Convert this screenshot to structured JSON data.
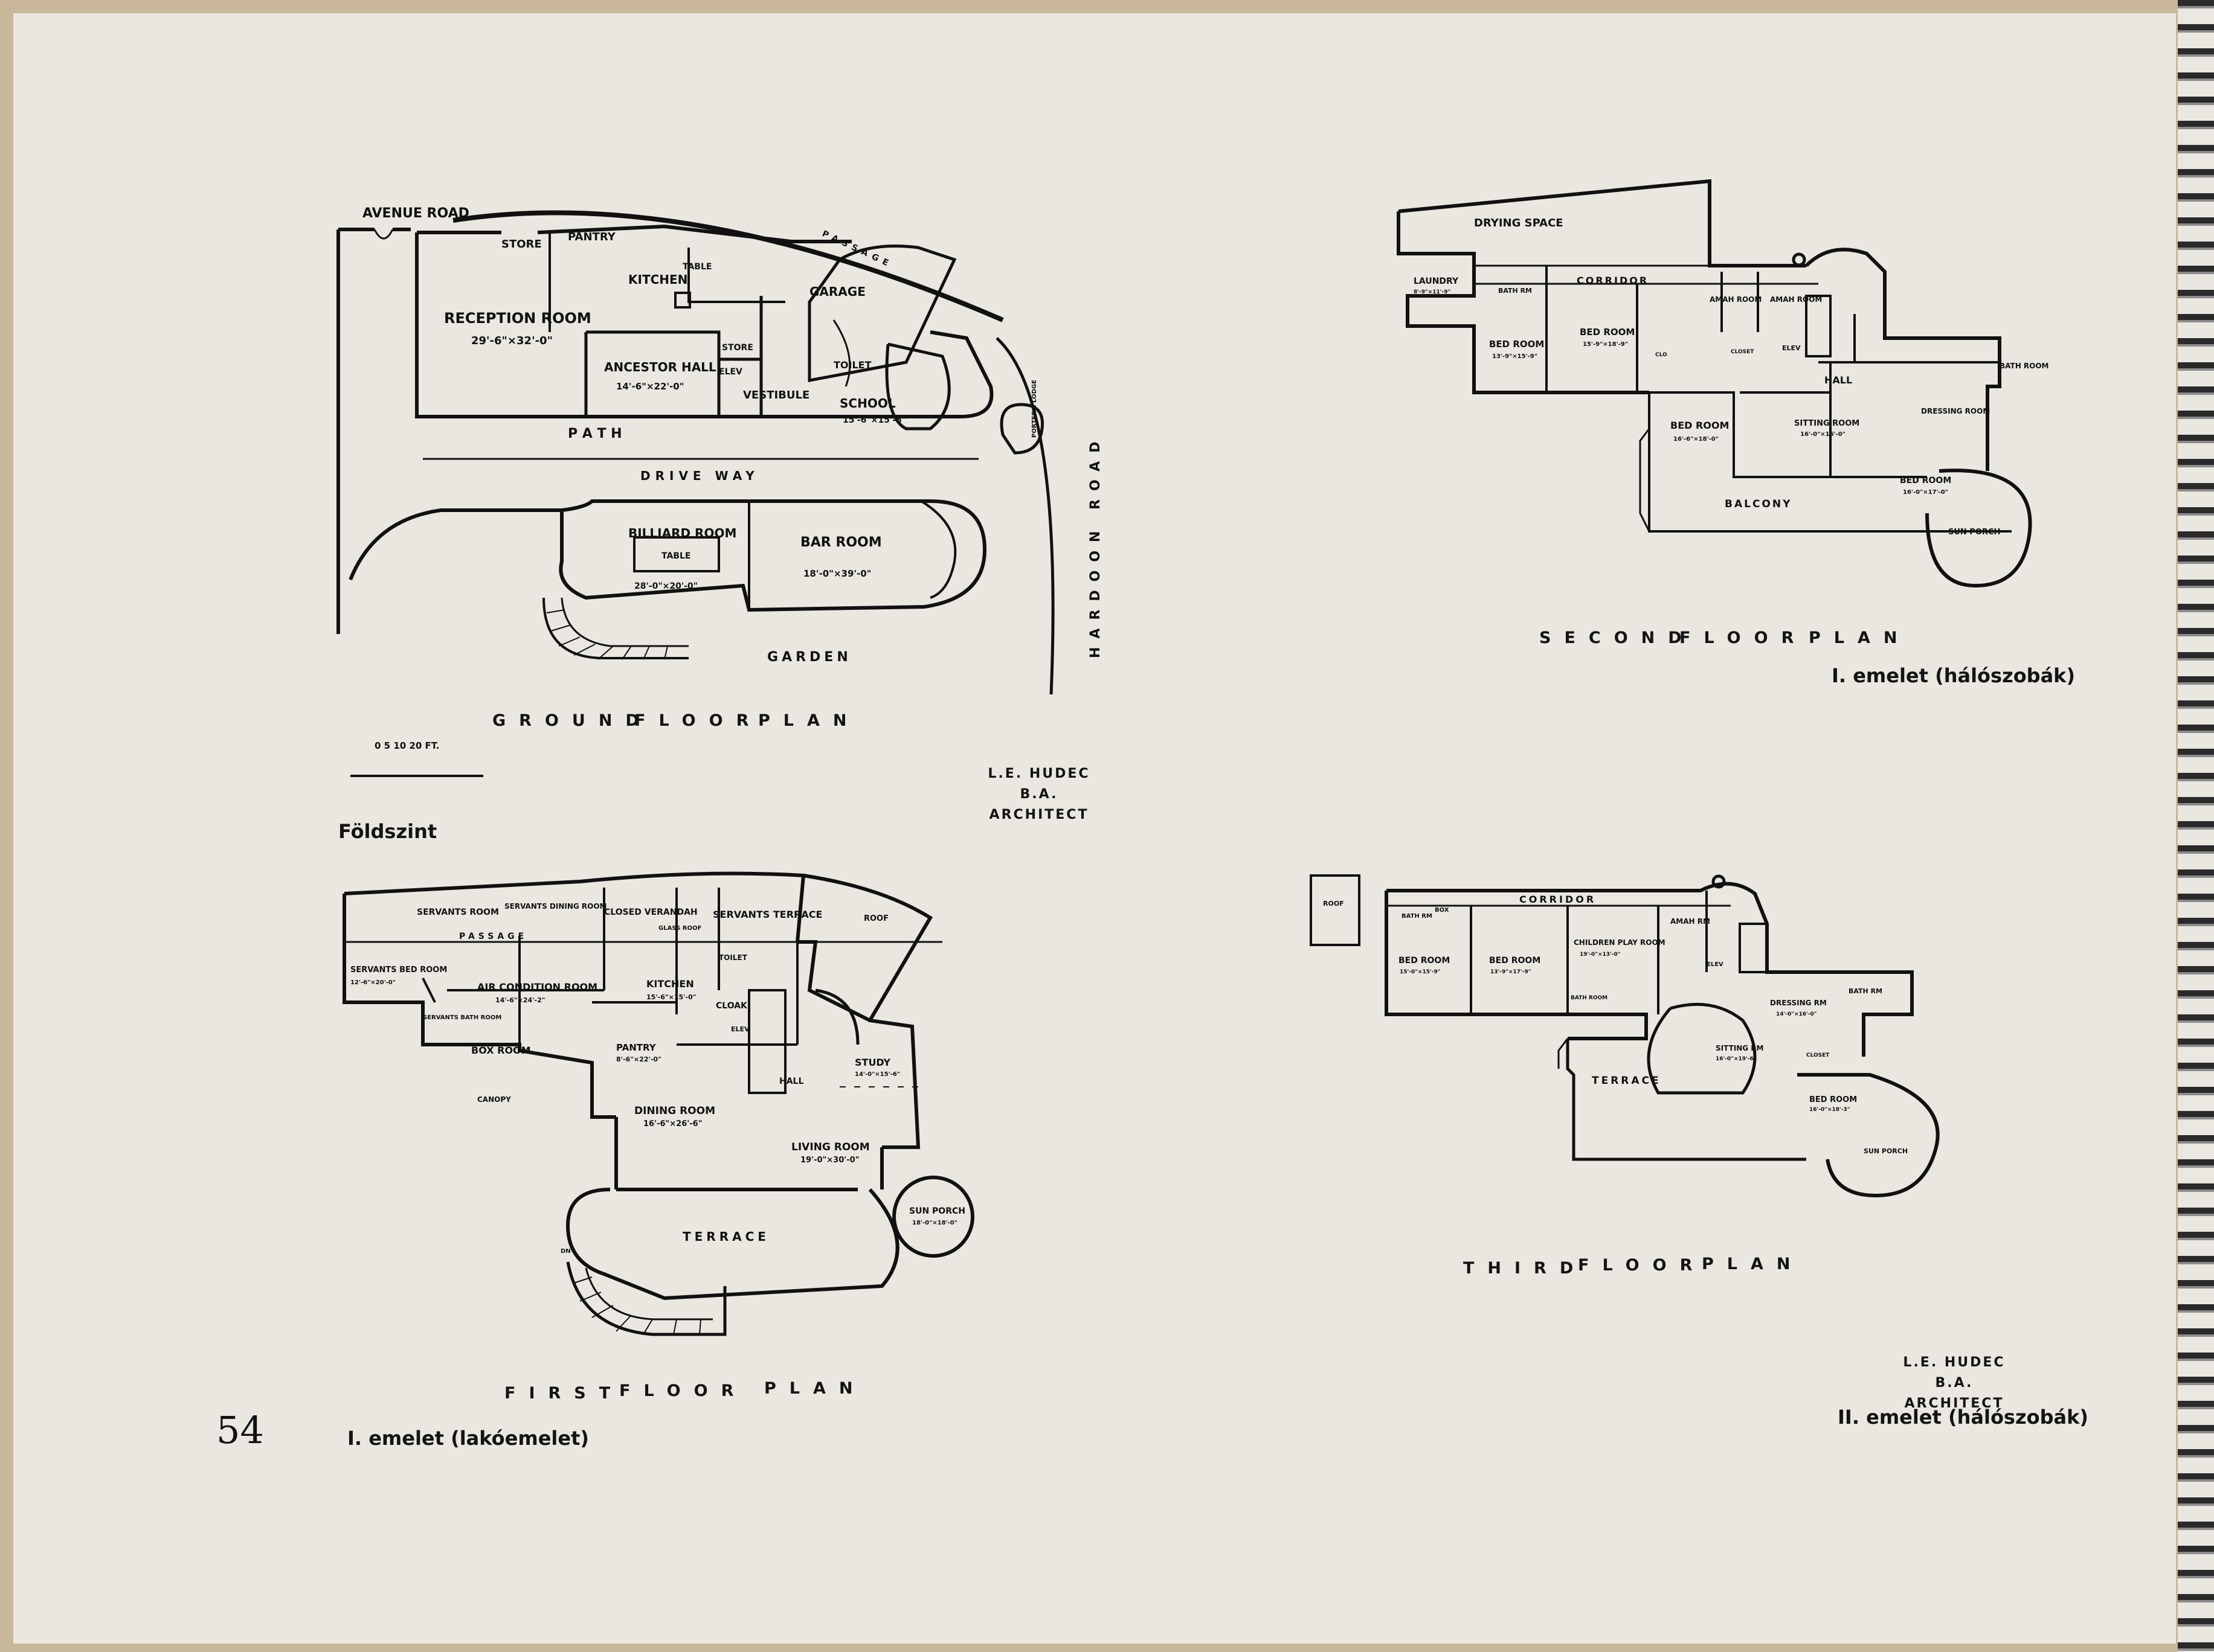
{
  "page_number": "54",
  "architect": {
    "name": "L.E. HUDEC B.A.",
    "title": "ARCHITECT"
  },
  "ground_floor": {
    "title": [
      "GROUND",
      "FLOOR",
      "PLAN"
    ],
    "caption": "Földszint",
    "rooms": {
      "store": "STORE",
      "pantry": "PANTRY",
      "kitchen": "KITCHEN",
      "table": "TABLE",
      "reception": "RECEPTION ROOM",
      "reception_dim": "29'-6\"×32'-0\"",
      "ancestor": "ANCESTOR HALL",
      "ancestor_dim": "14'-6\"×22'-0\"",
      "garage": "GARAGE",
      "store2": "STORE",
      "elev": "ELEV",
      "toilet": "TOILET",
      "vestibule": "VESTIBULE",
      "school": "SCHOOL",
      "school_dim": "15'-6\"×15'-6\"",
      "path": "P A T H",
      "drive_way": "DRIVE WAY",
      "billiard": "BILLIARD ROOM",
      "billiard_table": "TABLE",
      "billiard_dim": "28'-0\"×20'-0\"",
      "bar": "BAR ROOM",
      "bar_dim": "18'-0\"×39'-0\"",
      "garden": "GARDEN",
      "avenue_road": "AVENUE   ROAD",
      "hardoon_road": "HARDOON ROAD",
      "passage": "PASSAGE",
      "porters_lodge": "PORTER'S LODGE",
      "scale": "0  5  10    20 FT."
    }
  },
  "first_floor": {
    "title": [
      "FIRST",
      "FLOOR",
      "PLAN"
    ],
    "caption": "I. emelet (lakóemelet)",
    "rooms": {
      "servants_room": "SERVANTS ROOM",
      "servants_dining": "SERVANTS DINING ROOM",
      "closed_verandah": "CLOSED VERANDAH",
      "glass_roof": "GLASS ROOF",
      "servants_terrace": "SERVANTS TERRACE",
      "roof": "ROOF",
      "servants_bed": "SERVANTS BED ROOM",
      "servants_bed_dim": "12'-6\"×20'-0\"",
      "passage": "PASSAGE",
      "air_condition": "AIR CONDITION ROOM",
      "air_condition_dim": "14'-6\"×24'-2\"",
      "servants_bath": "SERVANTS BATH ROOM",
      "kitchen": "KITCHEN",
      "kitchen_dim": "15'-6\"×15'-0\"",
      "toilet": "TOILET",
      "cloak": "CLOAK",
      "elev": "ELEV",
      "box_room": "BOX ROOM",
      "pantry": "PANTRY",
      "pantry_dim": "8'-6\"×22'-0\"",
      "hall": "HALL",
      "study": "STUDY",
      "study_dim": "14'-0\"×15'-6\"",
      "canopy": "CANOPY",
      "dining": "DINING ROOM",
      "dining_dim": "16'-6\"×26'-6\"",
      "living": "LIVING ROOM",
      "living_dim": "19'-0\"×30'-0\"",
      "sun_porch": "SUN PORCH",
      "sun_porch_dim": "18'-0\"×18'-0\"",
      "terrace": "TERRACE",
      "dn": "DN"
    }
  },
  "second_floor": {
    "title": [
      "SECOND",
      "FLOOR",
      "PLAN"
    ],
    "caption": "I. emelet (hálószobák)",
    "rooms": {
      "drying": "DRYING SPACE",
      "laundry": "LAUNDRY",
      "laundry_dim": "8'-9\"×11'-9\"",
      "bath": "BATH RM",
      "corridor": "CORRIDOR",
      "amah1": "AMAH ROOM",
      "amah2": "AMAH ROOM",
      "bed1": "BED ROOM",
      "bed1_dim": "13'-9\"×15'-9\"",
      "bed2": "BED ROOM",
      "bed2_dim": "15'-9\"×18'-9\"",
      "clo": "CLO",
      "closet": "CLOSET",
      "elev": "ELEV",
      "hall": "HALL",
      "bath_room": "BATH ROOM",
      "bed3": "BED ROOM",
      "bed3_dim": "16'-6\"×18'-0\"",
      "sitting": "SITTING ROOM",
      "sitting_dim": "16'-0\"×16'-0\"",
      "dressing": "DRESSING ROOM",
      "bed4": "BED ROOM",
      "bed4_dim": "16'-0\"×17'-0\"",
      "balcony": "BALCONY",
      "sun_porch": "SUN PORCH"
    }
  },
  "third_floor": {
    "title": [
      "THIRD",
      "FLOOR",
      "PLAN"
    ],
    "caption": "II. emelet (hálószobák)",
    "rooms": {
      "roof": "ROOF",
      "bath": "BATH RM",
      "box": "BOX",
      "corridor": "CORRIDOR",
      "amah": "AMAH RM",
      "bed1": "BED ROOM",
      "bed1_dim": "15'-0\"×15'-9\"",
      "bed2": "BED ROOM",
      "bed2_dim": "13'-9\"×17'-9\"",
      "children": "CHILDREN PLAY ROOM",
      "children_dim": "19'-0\"×13'-0\"",
      "bath2": "BATH ROOM",
      "elev": "ELEV",
      "dressing": "DRESSING RM",
      "dressing_dim": "14'-0\"×16'-0\"",
      "bath3": "BATH RM",
      "sitting": "SITTING RM",
      "sitting_dim": "16'-0\"×19'-6\"",
      "closet": "CLOSET",
      "terrace": "TERRACE",
      "bed3": "BED ROOM",
      "bed3_dim": "16'-0\"×18'-3\"",
      "sun_porch": "SUN PORCH"
    }
  }
}
